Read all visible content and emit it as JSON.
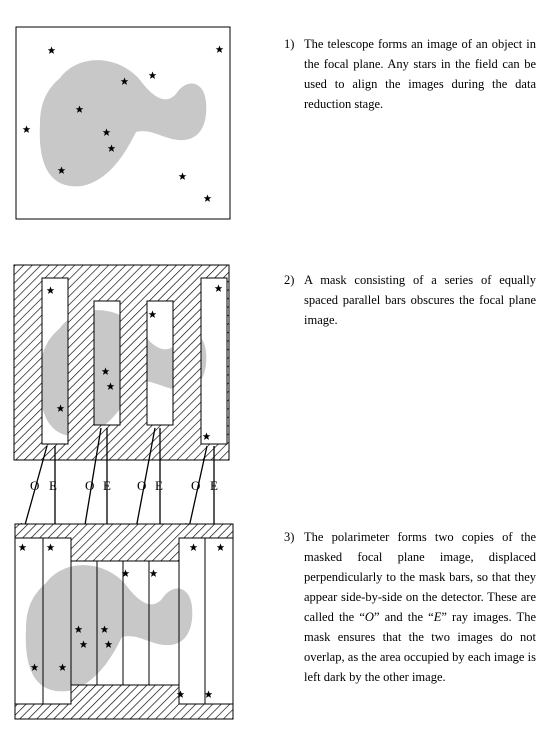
{
  "steps": [
    {
      "number": "1)",
      "text": "The telescope forms an image of an object in the focal plane. Any stars in the field can be used to align the images during the data reduction stage."
    },
    {
      "number": "2)",
      "text": "A mask consisting of a series of equally spaced parallel bars  obscures the focal plane image."
    },
    {
      "number": "3)",
      "text_parts": [
        "The polarimeter forms two copies of the masked focal plane image, displaced perpendicularly to the mask bars, so that they appear side-by-side on the detector. These are called the “",
        "O",
        "” and the “",
        "E",
        "” ray images. The mask ensures that the two images do not overlap, as the area occupied by each image is left dark by the other image."
      ]
    }
  ],
  "ray_labels": [
    {
      "o": "O",
      "e": "E"
    },
    {
      "o": "O",
      "e": "E"
    },
    {
      "o": "O",
      "e": "E"
    },
    {
      "o": "O",
      "e": "E"
    }
  ],
  "colors": {
    "object_fill": "#c8c8c8",
    "line": "#000000",
    "background": "#ffffff"
  },
  "icons": [
    "star-icon",
    "arrow-down-icon"
  ]
}
